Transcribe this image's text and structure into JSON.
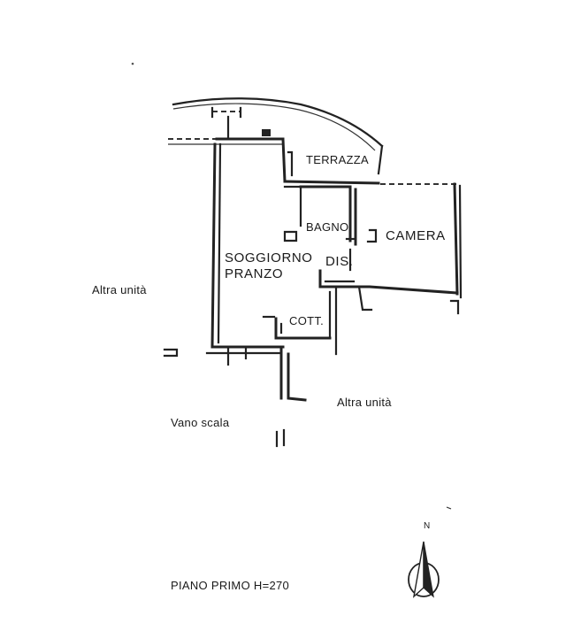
{
  "rooms": {
    "terrazza": "TERRAZZA",
    "bagno": "BAGNO",
    "camera": "CAMERA",
    "soggiorno": "SOGGIORNO",
    "pranzo": "PRANZO",
    "dis": "DIS.",
    "cott": "COTT."
  },
  "surroundings": {
    "altra_unita_left": "Altra unità",
    "altra_unita_right": "Altra unità",
    "vano_scala": "Vano scala"
  },
  "compass": {
    "north_label": "N"
  },
  "floor_label": "PIANO PRIMO H=270"
}
